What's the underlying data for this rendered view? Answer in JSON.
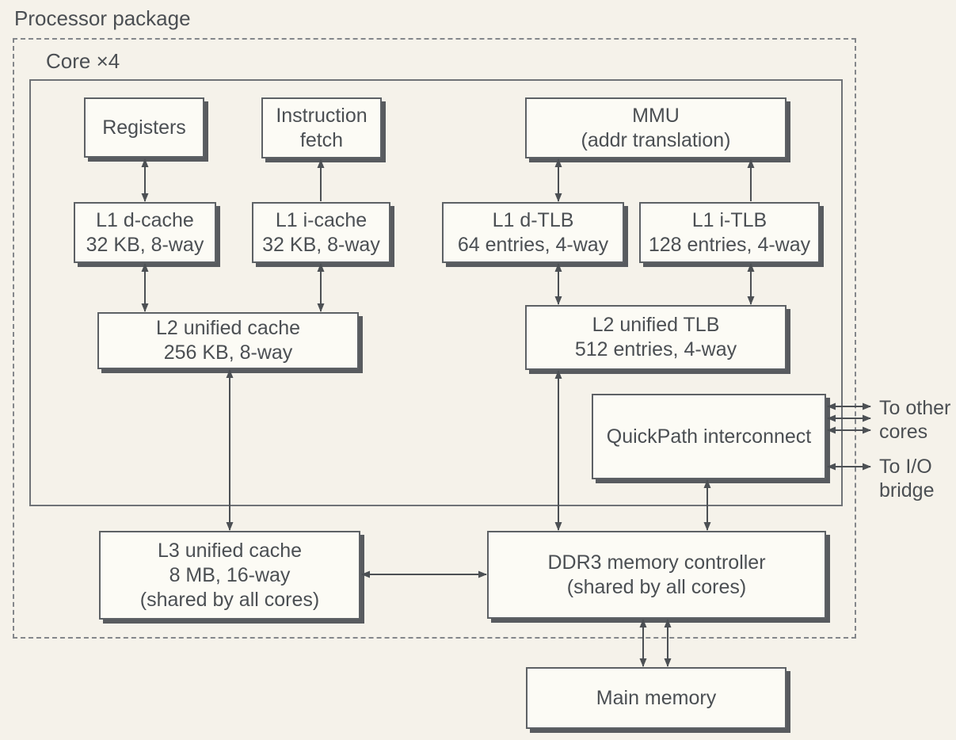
{
  "diagram": {
    "title": "Processor package",
    "core_label": "Core ×4"
  },
  "boxes": {
    "registers": {
      "line1": "Registers"
    },
    "instruction_fetch": {
      "line1": "Instruction",
      "line2": "fetch"
    },
    "mmu": {
      "line1": "MMU",
      "line2": "(addr translation)"
    },
    "l1_dcache": {
      "line1": "L1 d-cache",
      "line2": "32 KB, 8-way"
    },
    "l1_icache": {
      "line1": "L1 i-cache",
      "line2": "32 KB, 8-way"
    },
    "l1_dtlb": {
      "line1": "L1 d-TLB",
      "line2": "64 entries, 4-way"
    },
    "l1_itlb": {
      "line1": "L1 i-TLB",
      "line2": "128 entries, 4-way"
    },
    "l2_cache": {
      "line1": "L2 unified cache",
      "line2": "256 KB, 8-way"
    },
    "l2_tlb": {
      "line1": "L2 unified TLB",
      "line2": "512 entries, 4-way"
    },
    "quickpath": {
      "line1": "QuickPath interconnect"
    },
    "l3_cache": {
      "line1": "L3 unified cache",
      "line2": "8 MB, 16-way",
      "line3": "(shared by all cores)"
    },
    "ddr3_controller": {
      "line1": "DDR3 memory controller",
      "line2": "(shared by all cores)"
    },
    "main_memory": {
      "line1": "Main memory"
    }
  },
  "external_labels": {
    "to_other_cores": {
      "line1": "To other",
      "line2": "cores"
    },
    "to_io_bridge": {
      "line1": "To I/O",
      "line2": "bridge"
    }
  },
  "connections": [
    {
      "from": "Registers",
      "to": "L1 d-cache",
      "style": "double-headed"
    },
    {
      "from": "L1 i-cache",
      "to": "Instruction fetch",
      "style": "single-headed-up"
    },
    {
      "from": "MMU",
      "to": "L1 d-TLB",
      "style": "double-headed"
    },
    {
      "from": "L1 i-TLB",
      "to": "MMU",
      "style": "single-headed-up"
    },
    {
      "from": "L1 d-cache",
      "to": "L2 unified cache",
      "style": "double-headed"
    },
    {
      "from": "L1 i-cache",
      "to": "L2 unified cache",
      "style": "double-headed"
    },
    {
      "from": "L1 d-TLB",
      "to": "L2 unified TLB",
      "style": "double-headed"
    },
    {
      "from": "L1 i-TLB",
      "to": "L2 unified TLB",
      "style": "double-headed"
    },
    {
      "from": "L2 unified cache",
      "to": "L3 unified cache",
      "style": "double-headed"
    },
    {
      "from": "L2 unified TLB",
      "to": "DDR3 memory controller",
      "style": "double-headed"
    },
    {
      "from": "QuickPath interconnect",
      "to": "DDR3 memory controller",
      "style": "double-headed"
    },
    {
      "from": "L3 unified cache",
      "to": "DDR3 memory controller",
      "style": "double-headed"
    },
    {
      "from": "DDR3 memory controller",
      "to": "Main memory",
      "style": "double-headed x2"
    },
    {
      "from": "QuickPath interconnect",
      "to": "To other cores",
      "style": "double-headed x3"
    },
    {
      "from": "QuickPath interconnect",
      "to": "To I/O bridge",
      "style": "double-headed"
    }
  ],
  "colors": {
    "background": "#f5f2ea",
    "box_fill": "#fcfbf5",
    "box_border": "#5d6165",
    "shadow": "#585b5f",
    "arrow": "#4c5054",
    "text": "#4b4f53"
  }
}
